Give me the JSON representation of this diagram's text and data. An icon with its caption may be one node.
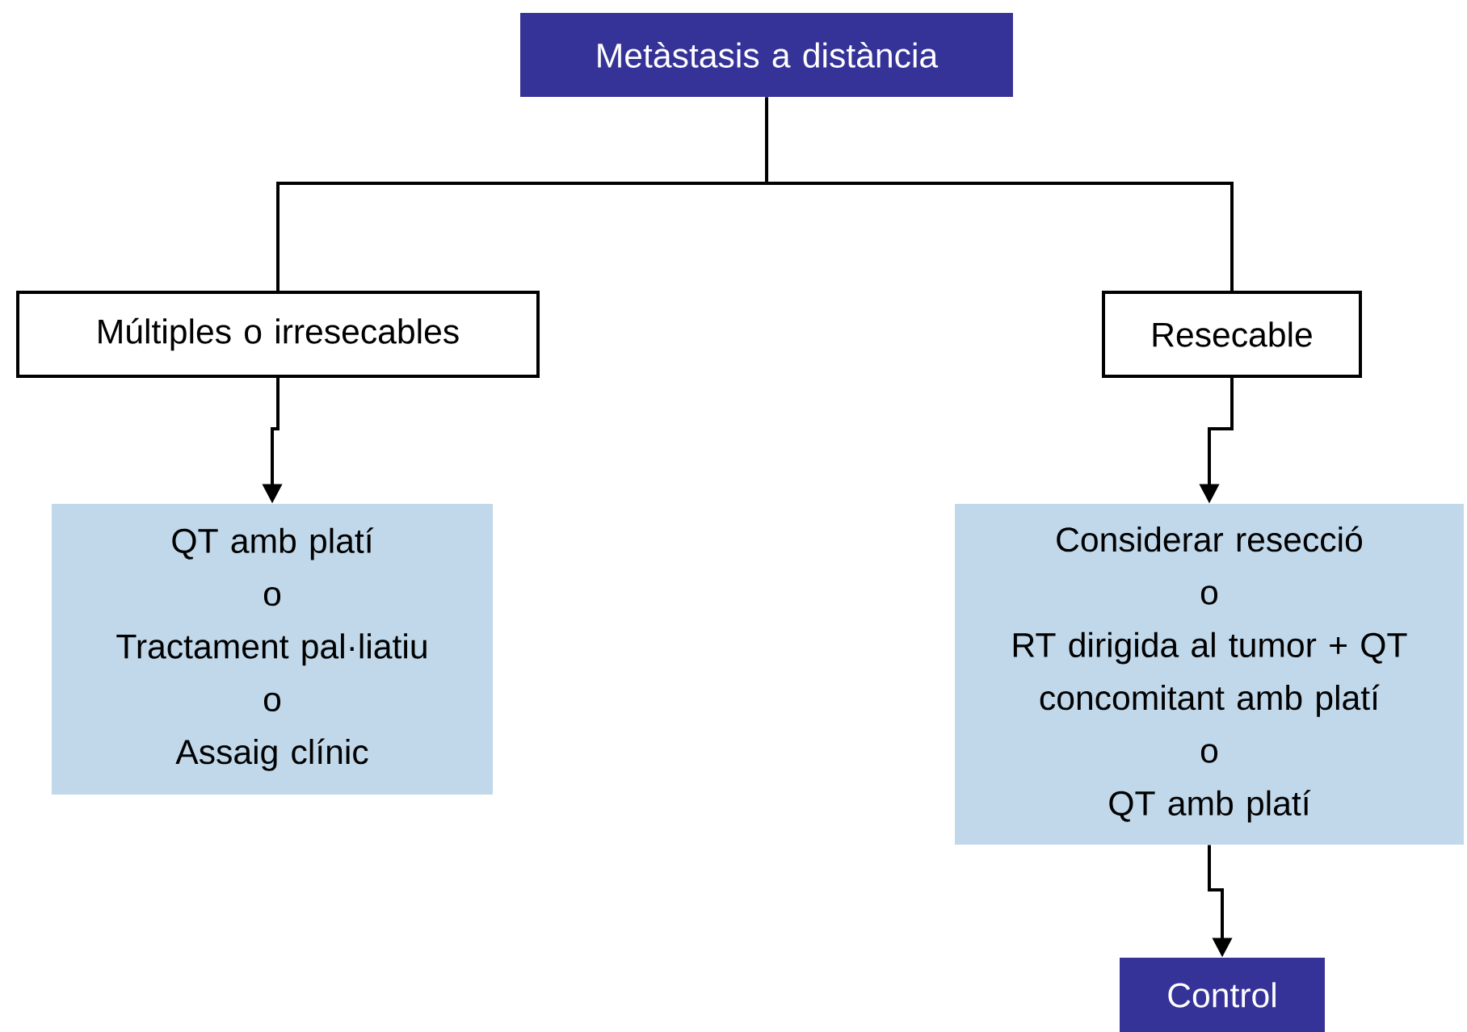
{
  "diagram": {
    "nodes": [
      {
        "text": [
          "Metàstasis a distància"
        ]
      },
      {
        "text": [
          "Múltiples o irresecables"
        ]
      },
      {
        "text": [
          "Resecable"
        ]
      },
      {
        "text": [
          "QT amb platí",
          "o",
          "Tractament pal·liatiu",
          "o",
          "Assaig clínic"
        ]
      },
      {
        "text": [
          "Considerar resecció",
          "o",
          "RT dirigida al tumor + QT concomitant amb platí",
          "o",
          "QT amb platí"
        ]
      },
      {
        "text": [
          "Control"
        ]
      }
    ],
    "edges": [
      {
        "from": 0,
        "to": 1,
        "arrow": "none"
      },
      {
        "from": 0,
        "to": 2,
        "arrow": "none"
      },
      {
        "from": 1,
        "to": 3,
        "arrow": "to"
      },
      {
        "from": 2,
        "to": 4,
        "arrow": "to"
      },
      {
        "from": 4,
        "to": 5,
        "arrow": "to"
      }
    ]
  }
}
